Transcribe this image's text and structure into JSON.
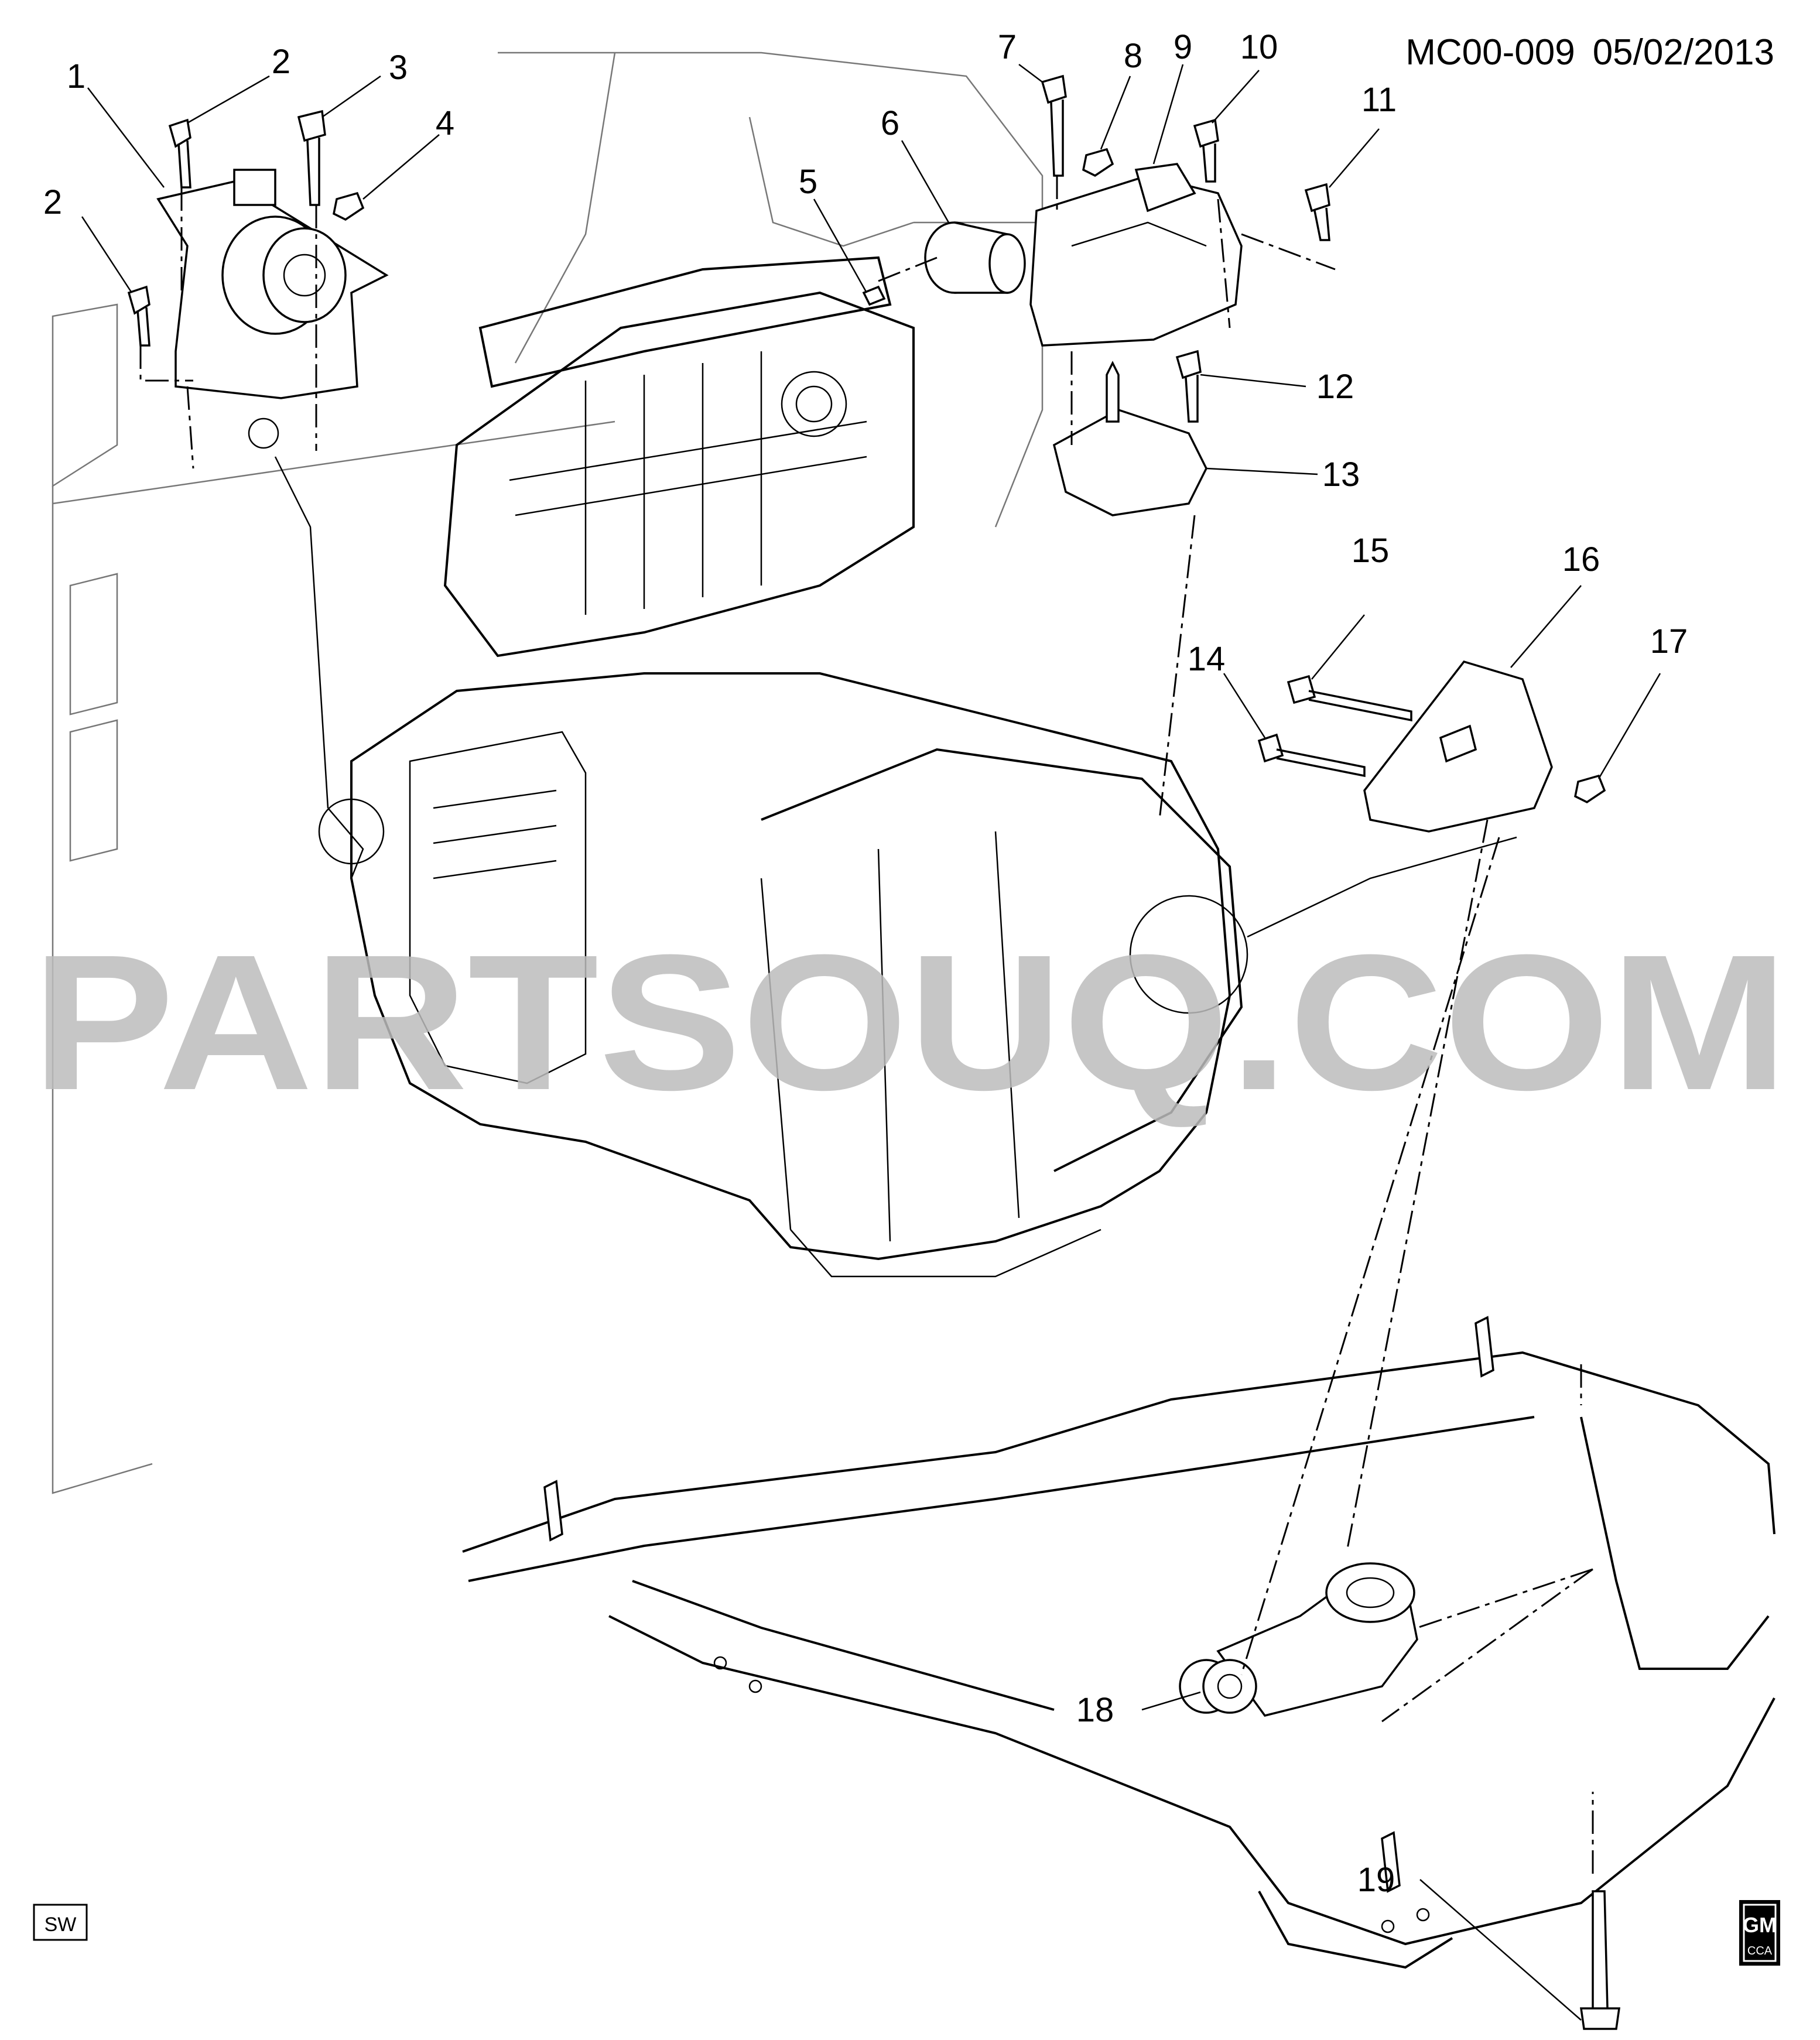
{
  "header": {
    "drawing_id": "MC00-009",
    "date": "05/02/2013"
  },
  "watermark": "PARTSOUQ.COM",
  "footer": {
    "left_tag": "SW",
    "logo_top": "GM",
    "logo_bottom": "CCA"
  },
  "callouts": [
    "1",
    "2",
    "2",
    "3",
    "4",
    "5",
    "6",
    "7",
    "8",
    "9",
    "10",
    "11",
    "12",
    "13",
    "14",
    "15",
    "16",
    "17",
    "18",
    "19"
  ]
}
